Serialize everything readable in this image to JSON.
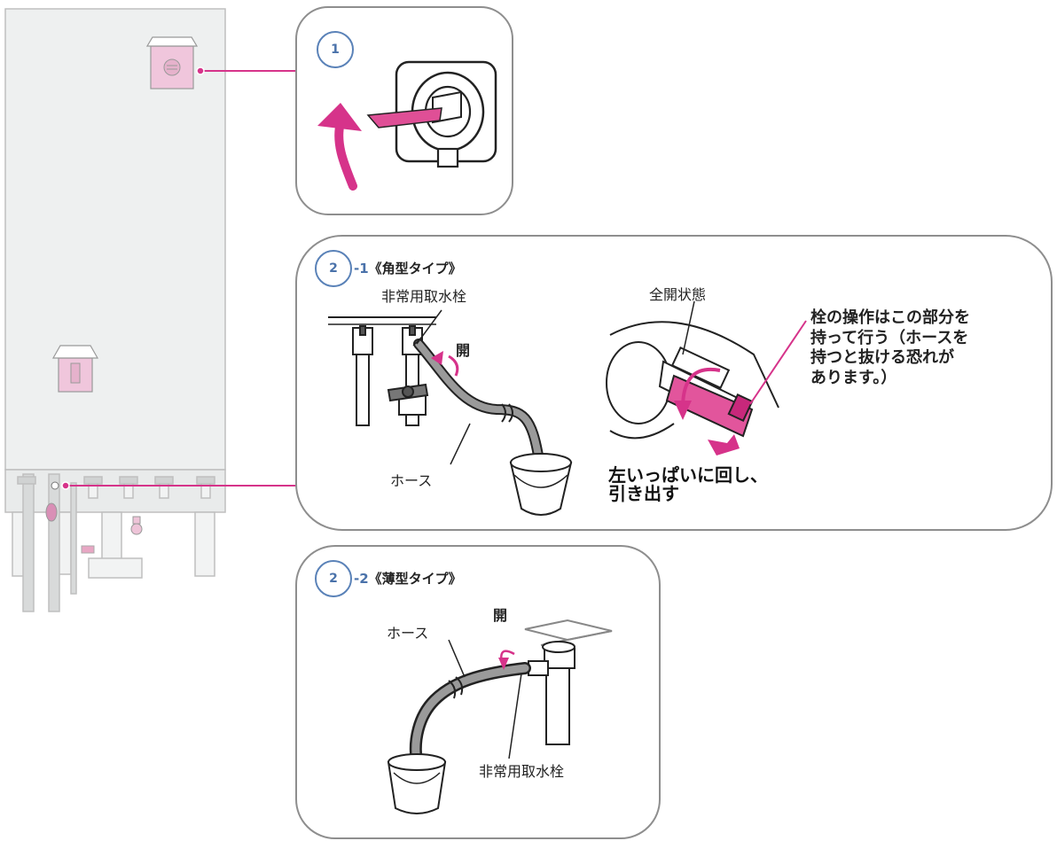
{
  "accent_color": "#d6338a",
  "step1": {
    "number": "1"
  },
  "step2a": {
    "number": "2",
    "suffix": "-1",
    "type_label": "《角型タイプ》",
    "valve_label": "非常用取水栓",
    "open_label": "開",
    "hose_label": "ホース",
    "full_open_label": "全開状態",
    "note_lines": [
      "栓の操作はこの部分を",
      "持って行う（ホースを",
      "持つと抜ける恐れが",
      "あります。）"
    ],
    "instruction_lines": [
      "左いっぱいに回し、",
      "引き出す"
    ]
  },
  "step2b": {
    "number": "2",
    "suffix": "-2",
    "type_label": "《薄型タイプ》",
    "open_label": "開",
    "hose_label": "ホース",
    "valve_label": "非常用取水栓"
  }
}
